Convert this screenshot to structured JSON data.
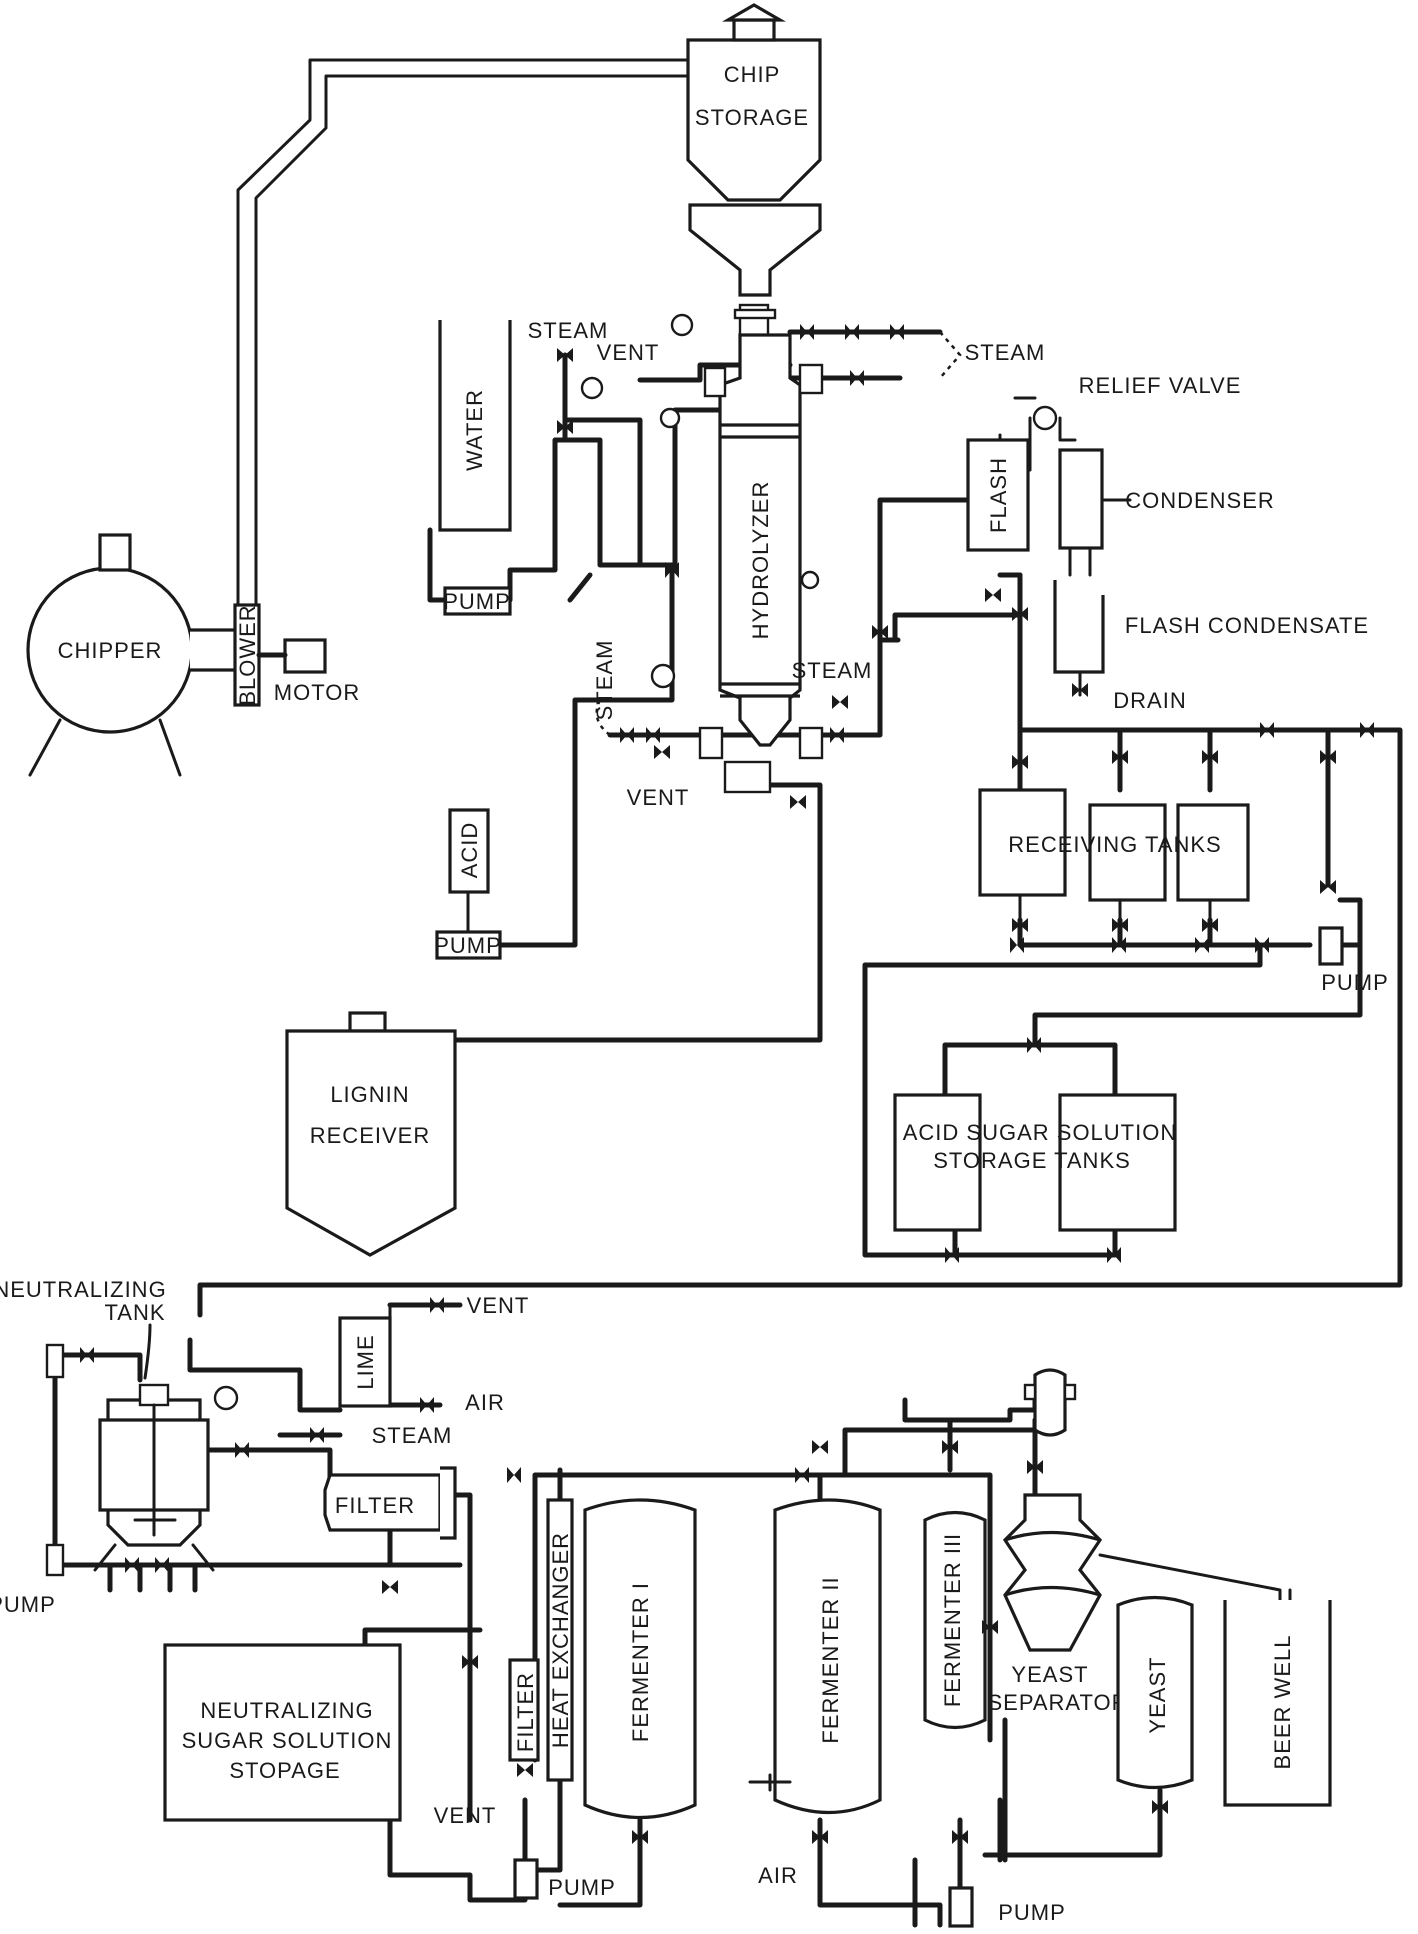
{
  "labels": {
    "chip_storage_1": "CHIP",
    "chip_storage_2": "STORAGE",
    "chipper": "CHIPPER",
    "blower": "BLOWER",
    "motor": "MOTOR",
    "water": "WATER",
    "pump_water": "PUMP",
    "steam_top_left": "STEAM",
    "vent_top": "VENT",
    "steam_top_right": "STEAM",
    "hydrolyzer": "HYDROLYZER",
    "relief_valve": "RELIEF VALVE",
    "flash": "FLASH",
    "condenser": "CONDENSER",
    "flash_condensate": "FLASH CONDENSATE",
    "drain": "DRAIN",
    "steam_mid": "STEAM",
    "steam_left": "STEAM",
    "vent_bottom": "VENT",
    "receiving_tanks": "RECEIVING TANKS",
    "acid": "ACID",
    "pump_acid": "PUMP",
    "pump_receiving": "PUMP",
    "lignin_receiver_1": "LIGNIN",
    "lignin_receiver_2": "RECEIVER",
    "acid_sugar_1": "ACID SUGAR SOLUTION",
    "acid_sugar_2": "STORAGE TANKS",
    "neutralizing_tank_1": "NEUTRALIZING",
    "neutralizing_tank_2": "TANK",
    "vent_lime": "VENT",
    "lime": "LIME",
    "air_lime": "AIR",
    "steam_neutral": "STEAM",
    "filter_main": "FILTER",
    "pump_neutral": "PUMP",
    "neutral_storage_1": "NEUTRALIZING",
    "neutral_storage_2": "SUGAR SOLUTION",
    "neutral_storage_3": "STOPAGE",
    "vent_lower": "VENT",
    "filter_small": "FILTER",
    "heat_exchanger": "HEAT EXCHANGER",
    "fermenter_1": "FERMENTER I",
    "fermenter_2": "FERMENTER II",
    "fermenter_3": "FERMENTER III",
    "yeast_separator_1": "YEAST",
    "yeast_separator_2": "SEPARATOR",
    "yeast": "YEAST",
    "beer_well": "BEER WELL",
    "air_fermenter": "AIR",
    "pump_bottom_1": "PUMP",
    "pump_bottom_2": "PUMP"
  }
}
